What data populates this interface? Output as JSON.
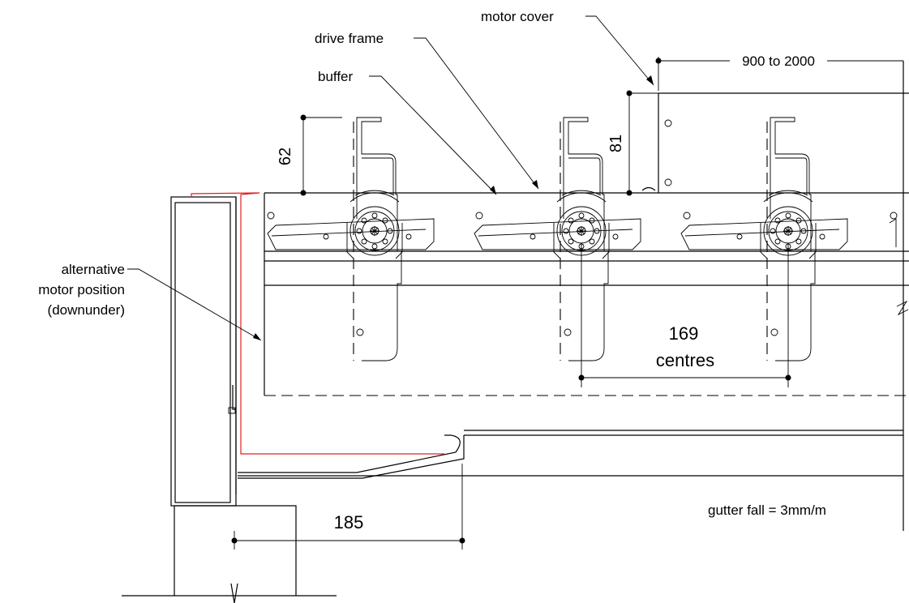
{
  "labels": {
    "motor_cover": "motor cover",
    "drive_frame": "drive frame",
    "buffer": "buffer",
    "alt_line1": "alternative",
    "alt_line2": "motor position",
    "alt_line3": "(downunder)",
    "gutter_fall": "gutter fall = 3mm/m"
  },
  "dimensions": {
    "span_range": "900 to 2000",
    "height_62": "62",
    "height_81": "81",
    "centres_value": "169",
    "centres_word": "centres",
    "width_185": "185"
  },
  "colors": {
    "line": "#000000",
    "highlight": "#e02020"
  }
}
